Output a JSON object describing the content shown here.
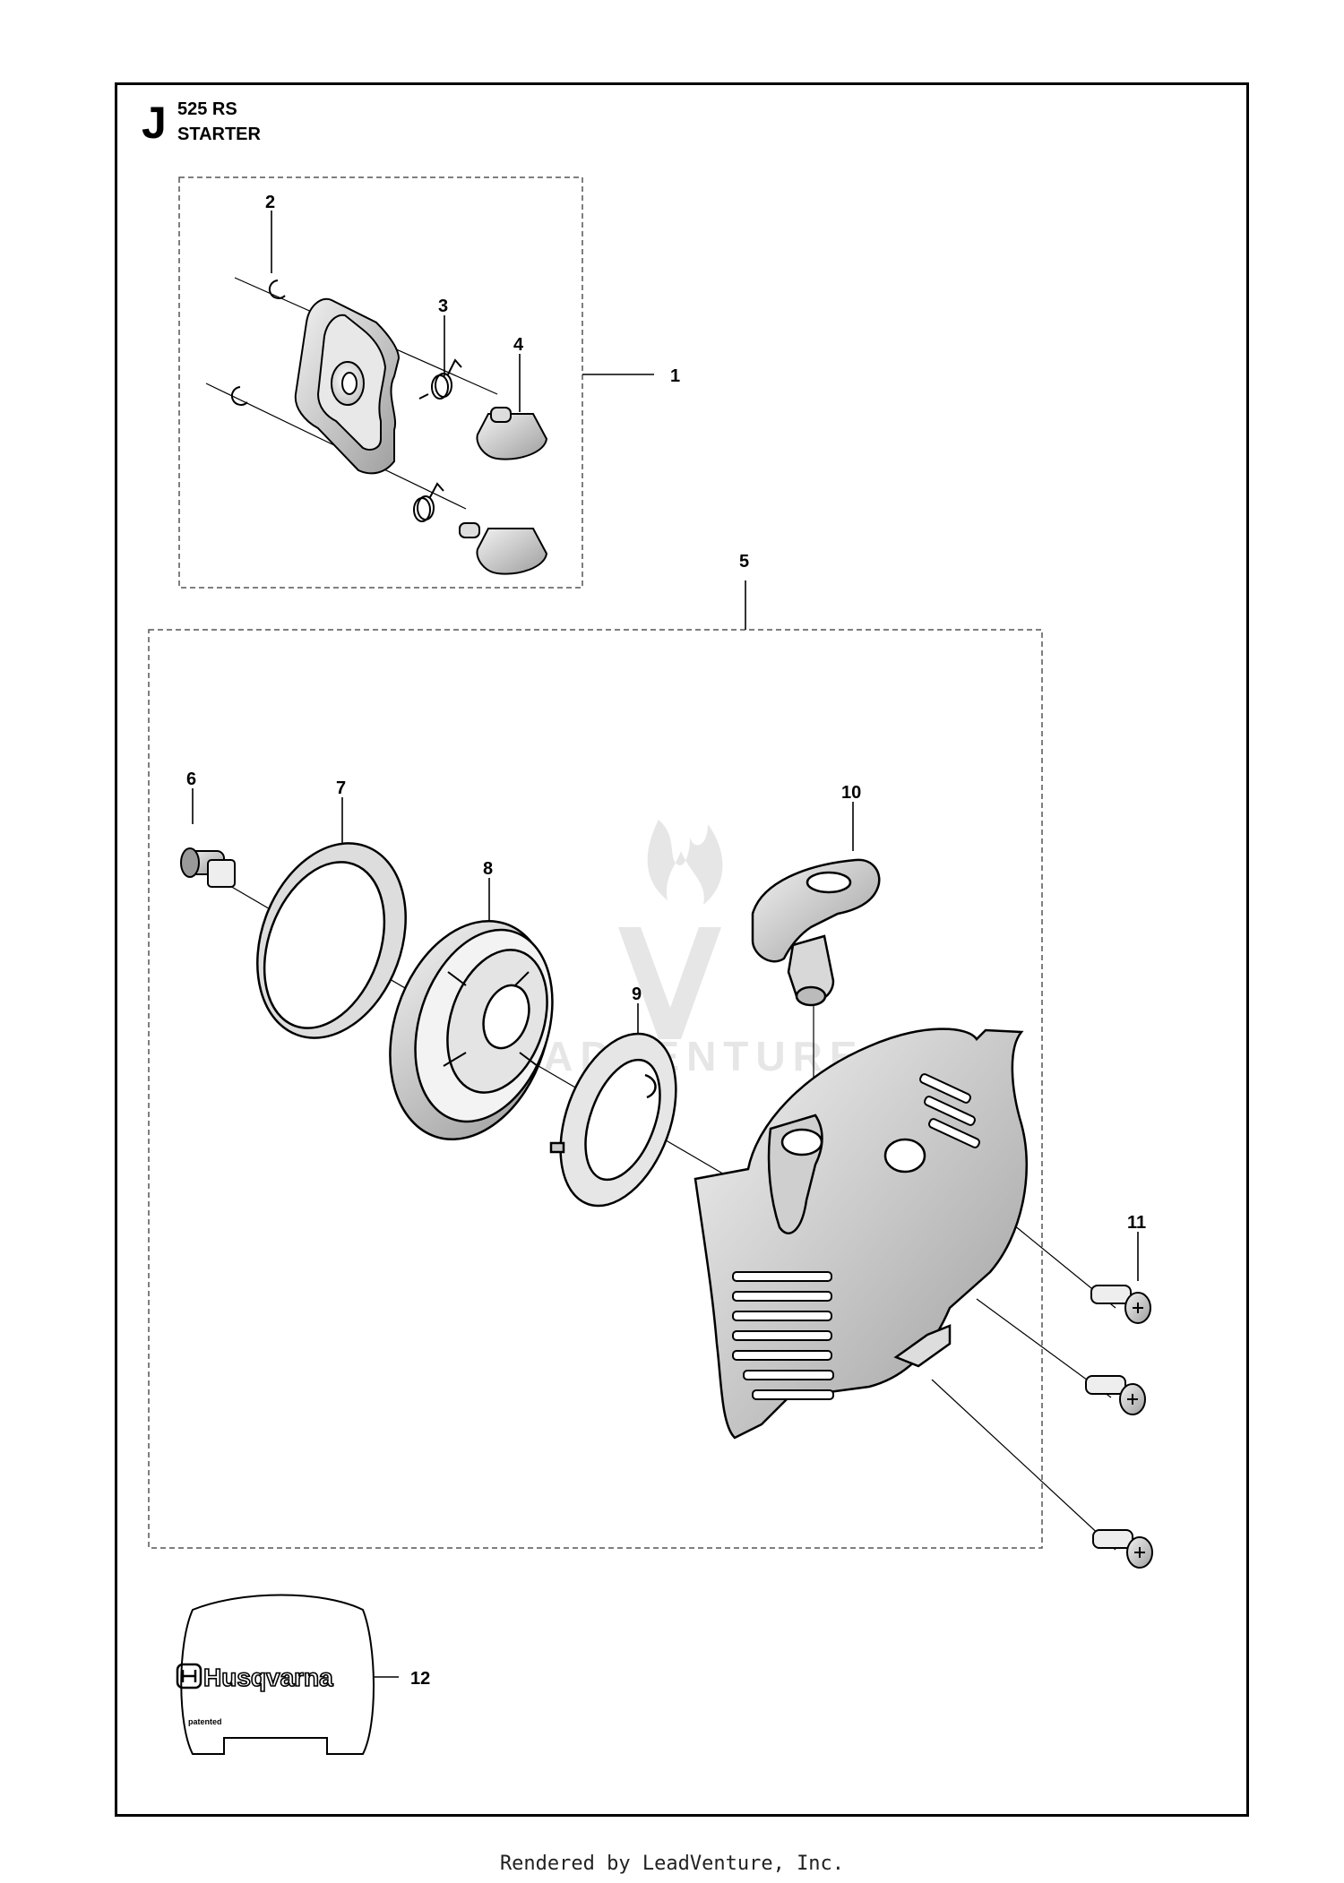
{
  "header": {
    "section_letter": "J",
    "model": "525 RS",
    "title": "STARTER"
  },
  "callouts": [
    "1",
    "2",
    "3",
    "4",
    "5",
    "6",
    "7",
    "8",
    "9",
    "10",
    "11",
    "12"
  ],
  "decal": {
    "brand": "Husqvarna",
    "small_text": "patented"
  },
  "watermark": {
    "text": "LEADVENTURE"
  },
  "footer": {
    "text": "Rendered by LeadVenture, Inc."
  }
}
